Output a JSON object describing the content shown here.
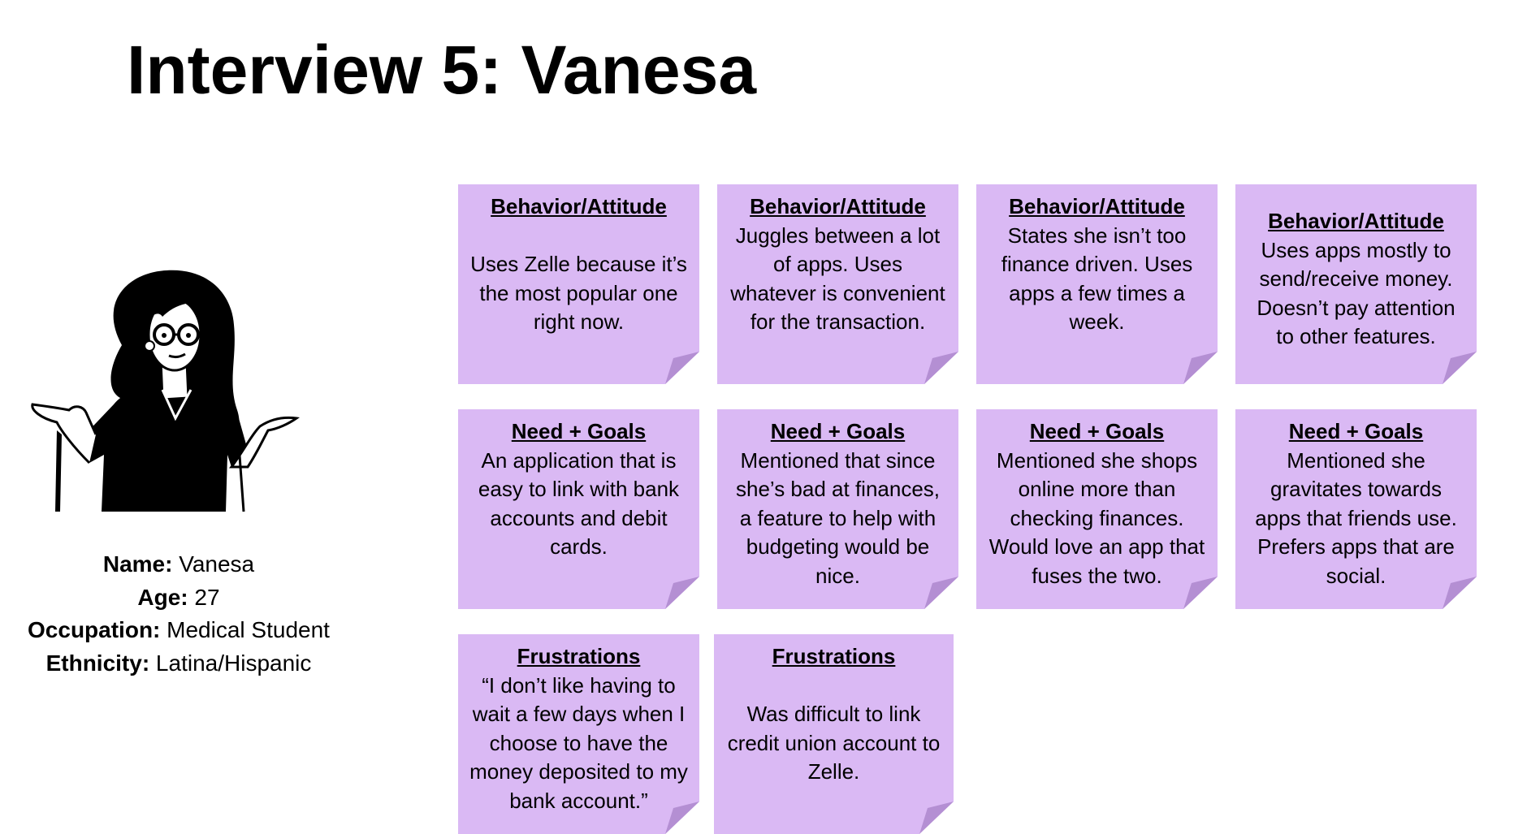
{
  "slide": {
    "title": "Interview 5: Vanesa"
  },
  "persona": {
    "illustration_icon": "woman-shrugging-illustration",
    "name_label": "Name:",
    "name_value": " Vanesa",
    "age_label": "Age:",
    "age_value": " 27",
    "occupation_label": "Occupation:",
    "occupation_value": " Medical Student",
    "ethnicity_label": "Ethnicity:",
    "ethnicity_value": " Latina/Hispanic"
  },
  "notes": {
    "color": "#dab9f4",
    "fold_color": "#b48fd3",
    "behavior": [
      {
        "heading": "Behavior/Attitude",
        "text": " \nUses Zelle because it’s the most popular one right now."
      },
      {
        "heading": "Behavior/Attitude",
        "text": "Juggles between a lot of apps. Uses whatever is convenient for the transaction."
      },
      {
        "heading": "Behavior/Attitude",
        "text": "States she isn’t too finance driven. Uses apps a few times a week."
      },
      {
        "heading": "Behavior/Attitude",
        "text": "Uses apps mostly to send/receive money. Doesn’t pay attention to other features."
      }
    ],
    "needs": [
      {
        "heading": "Need + Goals",
        "text": "An application that is easy to link with bank accounts and debit cards."
      },
      {
        "heading": "Need + Goals",
        "text": "Mentioned that since she’s bad at finances, a feature to help with budgeting would be nice."
      },
      {
        "heading": "Need + Goals",
        "text": "Mentioned she shops online more than checking finances. Would love an app that fuses the two."
      },
      {
        "heading": "Need + Goals",
        "text": "Mentioned she gravitates towards apps that friends use. Prefers apps that are social."
      }
    ],
    "frustrations": [
      {
        "heading": "Frustrations",
        "text": "“I don’t like having to wait a few days when I choose to have the money deposited to my bank account.”"
      },
      {
        "heading": "Frustrations",
        "text": " \nWas difficult to link credit union account to Zelle."
      }
    ]
  }
}
